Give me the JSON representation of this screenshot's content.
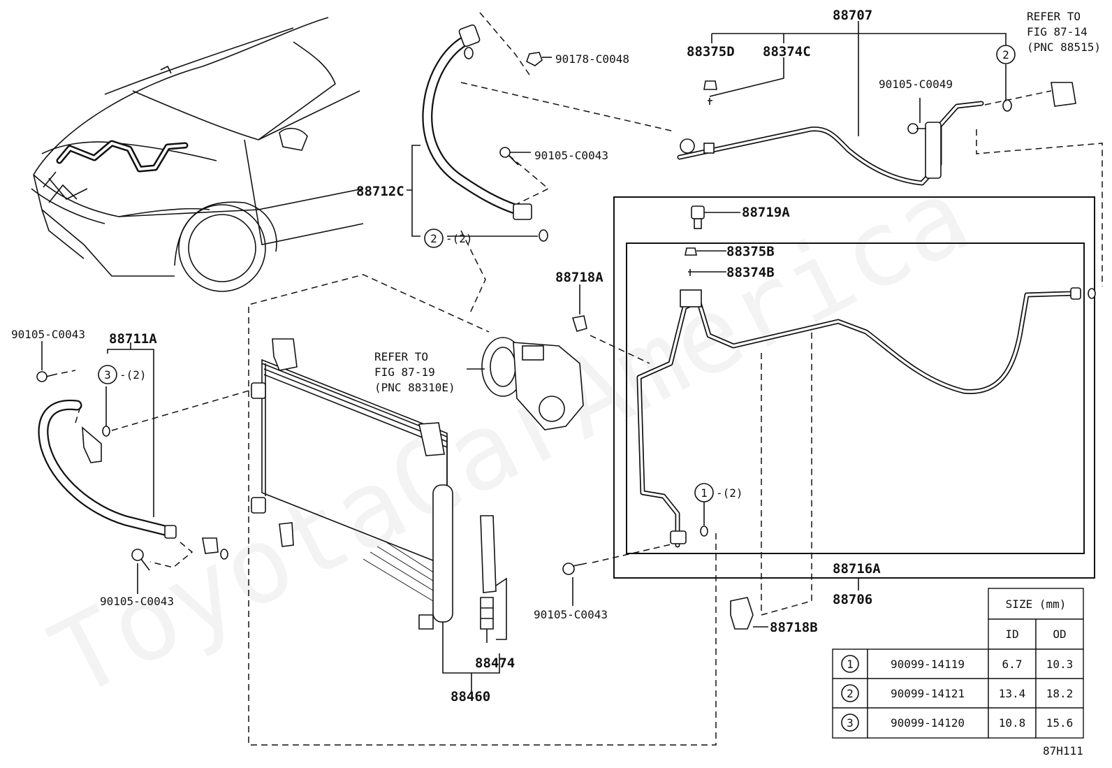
{
  "watermark": "ToyotaCarAmerica",
  "figure_code": "87H111",
  "part_numbers": {
    "p88707": "88707",
    "p88375D": "88375D",
    "p88374C": "88374C",
    "p90178_C0048": "90178-C0048",
    "p90105_C0049": "90105-C0049",
    "p90105_C0043_top": "90105-C0043",
    "p88712C": "88712C",
    "p88719A": "88719A",
    "p88375B": "88375B",
    "p88374B": "88374B",
    "p88718A": "88718A",
    "p90105_C0043_left": "90105-C0043",
    "p88711A": "88711A",
    "p90105_C0043_bottom": "90105-C0043",
    "p90105_C0043_mid": "90105-C0043",
    "p88474": "88474",
    "p88460": "88460",
    "p88716A": "88716A",
    "p88706": "88706",
    "p88718B": "88718B"
  },
  "references": {
    "top_right": [
      "REFER TO",
      "FIG 87-14",
      "(PNC 88515)"
    ],
    "compressor": [
      "REFER TO",
      "FIG 87-19",
      "(PNC 88310E)"
    ]
  },
  "callouts": {
    "c2_top": "2",
    "c2_hose": "2",
    "c2_hose_qty": "-(2)",
    "c3": "3",
    "c3_qty": "-(2)",
    "c1": "1",
    "c1_qty": "-(2)"
  },
  "size_table": {
    "title": "SIZE (mm)",
    "headers": [
      "ID",
      "OD"
    ],
    "rows": [
      {
        "num": "1",
        "part": "90099-14119",
        "id": "6.7",
        "od": "10.3"
      },
      {
        "num": "2",
        "part": "90099-14121",
        "id": "13.4",
        "od": "18.2"
      },
      {
        "num": "3",
        "part": "90099-14120",
        "id": "10.8",
        "od": "15.6"
      }
    ]
  }
}
